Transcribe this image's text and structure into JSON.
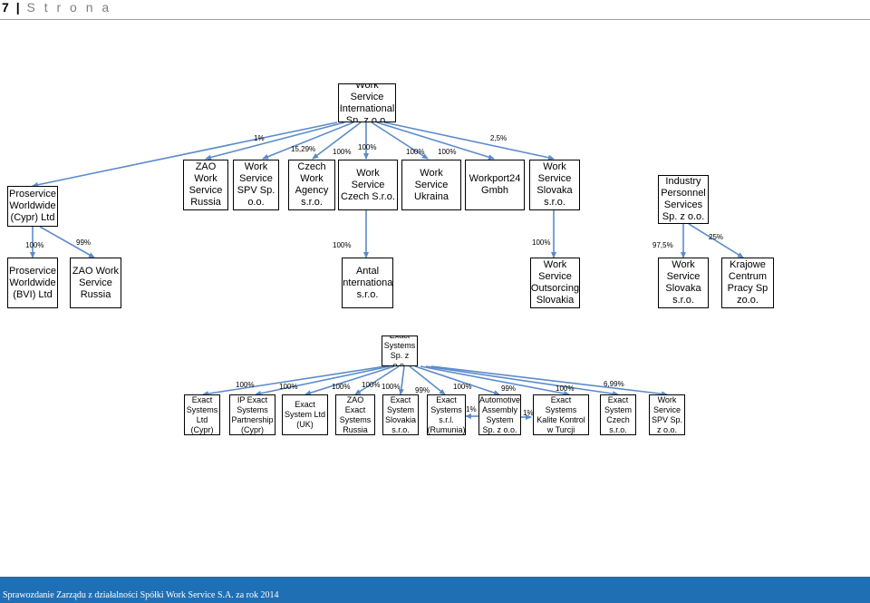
{
  "header": {
    "page_number": "7",
    "separator": "|",
    "label": "S t r o n a"
  },
  "colors": {
    "arrow": "#5b8bc9",
    "footer": "#1f6fb5"
  },
  "chart1": {
    "boxes": {
      "wsi": "Work Service International Sp. z o.o.",
      "proservice_cypr": "Proservice Worldwide (Cypr) Ltd",
      "zao_wsr": "ZAO Work Service Russia",
      "ws_spv": "Work Service SPV Sp. o.o.",
      "czech_agency": "Czech Work Agency s.r.o.",
      "ws_czech": "Work Service Czech S.r.o.",
      "ws_ukraina": "Work Service Ukraina",
      "workport24": "Workport24 Gmbh",
      "ws_slovaka_top": "Work Service Slovaka s.r.o.",
      "industry_personnel": "Industry Personnel Services Sp. z o.o.",
      "proservice_bvi": "Proservice Worldwide (BVI) Ltd",
      "zao_ws_russia_2": "ZAO Work Service Russia",
      "antal": "Antal International s.r.o.",
      "ws_outsourcing": "Work Service Outsorcing Slovakia",
      "ws_slovaka_2": "Work Service Slovaka s.r.o.",
      "krajowe": "Krajowe Centrum Pracy Sp zo.o."
    },
    "labels": {
      "p1": "1%",
      "p15": "15,29%",
      "p100a": "100%",
      "p100b": "100%",
      "p100c": "100%",
      "p100d": "100%",
      "p25": "2,5%",
      "p100_left": "100%",
      "p99_left": "99%",
      "p100_antal": "100%",
      "p100_outs": "100%",
      "p975": "97,5%",
      "p25b": "25%"
    }
  },
  "chart2": {
    "boxes": {
      "exact_root": "Exact Systems Sp. z o.o.",
      "es_cypr": "Exact Systems Ltd (Cypr)",
      "ip_exact": "IP Exact Systems Partnership (Cypr)",
      "es_uk": "Exact System Ltd (UK)",
      "zao_exact": "ZAO Exact Systems Russia",
      "es_slovakia": "Exact System Slovakia s.r.o.",
      "es_rumunia": "Exact Systems s.r.l. (Rumunia)",
      "automotive": "Automotive Assembly System Sp. z o.o.",
      "kalite": "Exact Systems Kalite Kontrol w Turcji",
      "es_czech": "Exact System Czech s.r.o.",
      "ws_spv2": "Work Service SPV Sp. z o.o."
    },
    "labels": {
      "q1": "100%",
      "q2": "100%",
      "q3": "100%",
      "q4": "100%",
      "q5": "100%",
      "q6": "99%",
      "q7": "100%",
      "q8": "99%",
      "q9": "100%",
      "q10": "6,99%",
      "q11": "1%",
      "q12": "1%"
    }
  },
  "footer": {
    "text": "Sprawozdanie Zarządu z działalności Spółki Work Service S.A. za rok 2014"
  }
}
